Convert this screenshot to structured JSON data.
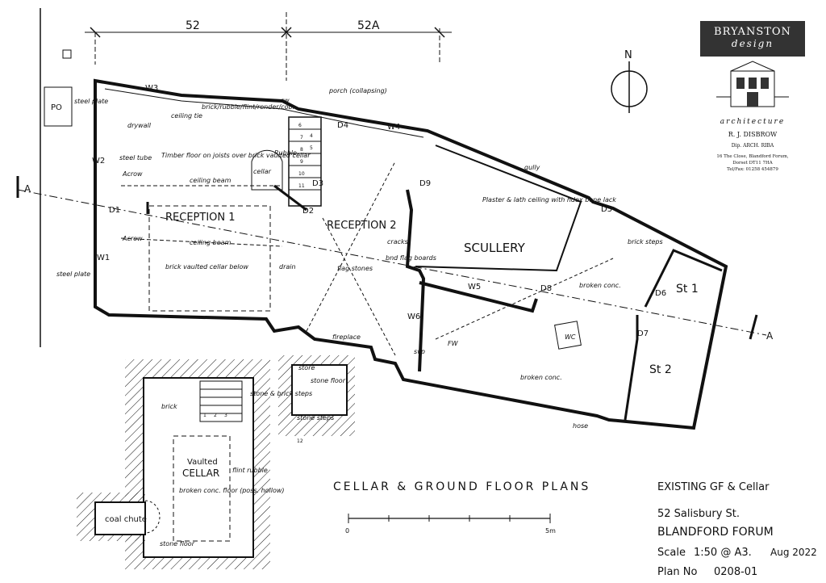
{
  "grid": {
    "left": "52",
    "right": "52A"
  },
  "section_marker": {
    "left": "A",
    "right": "A"
  },
  "north": "N",
  "doors": [
    "D1",
    "D2",
    "D3",
    "D4",
    "D5",
    "D6",
    "D7",
    "D8",
    "D9"
  ],
  "windows": [
    "W1",
    "W2",
    "W3",
    "W4",
    "W5",
    "W6"
  ],
  "rooms": {
    "reception1": "RECEPTION 1",
    "reception2": "RECEPTION 2",
    "scullery": "SCULLERY",
    "st1": "St 1",
    "st2": "St 2",
    "cellar": "CELLAR",
    "cellar_prefix": "Vaulted",
    "po": "PO"
  },
  "notes": {
    "timber_floor": "Timber floor on joists over brick vaulted cellar",
    "ceiling_beam_1": "ceiling beam",
    "ceiling_beam_2": "ceiling beam",
    "brick_vaulted": "brick vaulted cellar below",
    "plaster_lath": "Plaster & lath ceiling with hdex bone lack",
    "porch": "porch (collapsing)",
    "brick_rubble": "brick/rubble/flint/render/cob.",
    "flag_stones": "flag stones",
    "broken_conc_1": "broken conc.",
    "broken_conc_2": "broken conc.",
    "broken_conc_floor": "broken conc. floor (poss. hollow)",
    "stone_floor_1": "stone floor",
    "stone_floor_2": "stone floor",
    "fireplace": "fireplace",
    "coal_chute": "coal chute",
    "brick": "brick",
    "flint_rubble": "flint rubble",
    "stone_brick_steps": "stone & brick steps",
    "stone_steps": "stone steps",
    "cracks": "cracks",
    "bnd_flag": "bnd flag boards",
    "sw": "sw",
    "svp": "svp",
    "fw": "FW",
    "wc": "WC",
    "gully": "gully",
    "cellar": "cellar",
    "store": "store",
    "rubble": "Rubble",
    "steel_plate_1": "steel plate",
    "steel_plate_2": "steel plate",
    "steel_tube": "steel tube",
    "drywall": "drywall",
    "ceiling_tie": "ceiling tie",
    "brick_steps": "brick steps",
    "acrow_1": "Acrow",
    "acrow_2": "Acrow",
    "drain": "drain",
    "hose": "hose"
  },
  "step_numbers": [
    "1",
    "2",
    "3",
    "4",
    "5",
    "6",
    "7",
    "8",
    "9",
    "10",
    "11",
    "12"
  ],
  "scale_bar": {
    "start": "0",
    "end": "5m"
  },
  "title": "CELLAR & GROUND FLOOR PLANS",
  "subtitle": "EXISTING GF & Cellar",
  "address_line1": "52 Salisbury St.",
  "address_line2": "BLANDFORD FORUM",
  "scale_label": "Scale",
  "scale_value": "1:50 @ A3.",
  "date": "Aug 2022",
  "plan_label": "Plan No",
  "plan_no": "0208-01",
  "logo": {
    "name_line1": "BRYANSTON",
    "name_line2": "design",
    "tagline": "architecture",
    "person": "R. J. DISBROW",
    "qualification": "Dip. ARCH. RIBA",
    "address1": "16 The Close, Blandford Forum,",
    "address2": "Dorset DT11 7HA",
    "tel": "Tel/Fax: 01258 454879"
  },
  "colors": {
    "ink": "#111111",
    "logo_band": "#333333"
  }
}
